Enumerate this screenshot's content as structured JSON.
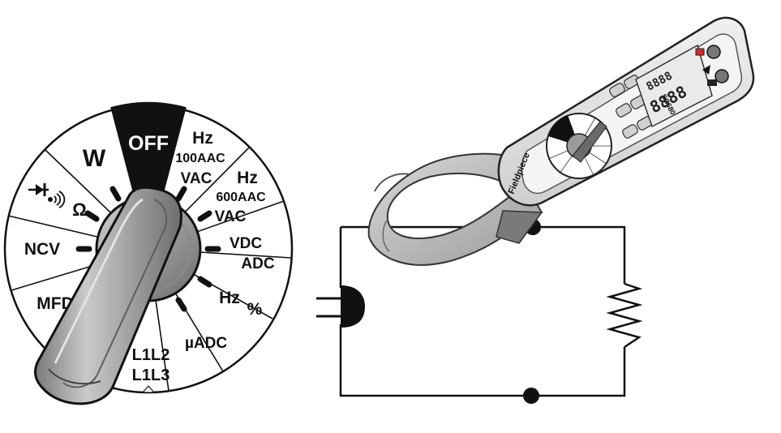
{
  "dial": {
    "labels": [
      {
        "id": "off",
        "text": "OFF"
      },
      {
        "id": "hz1",
        "text": "Hz"
      },
      {
        "id": "a100",
        "text": "100AAC"
      },
      {
        "id": "vac1",
        "text": "VAC"
      },
      {
        "id": "hz2",
        "text": "Hz"
      },
      {
        "id": "a600",
        "text": "600AAC"
      },
      {
        "id": "vac2",
        "text": "VAC"
      },
      {
        "id": "vdc",
        "text": "VDC"
      },
      {
        "id": "adc",
        "text": "ADC"
      },
      {
        "id": "hz3",
        "text": "Hz"
      },
      {
        "id": "pct",
        "text": "%"
      },
      {
        "id": "uadc",
        "text": "µADC"
      },
      {
        "id": "l1l2",
        "text": "L1L2"
      },
      {
        "id": "l1l3",
        "text": "L1L3"
      },
      {
        "id": "mfd",
        "text": "MFD"
      },
      {
        "id": "ncv",
        "text": "NCV"
      },
      {
        "id": "ohm",
        "text": "Ω"
      },
      {
        "id": "w",
        "text": "W"
      }
    ]
  },
  "meter": {
    "brand": "Fieldpiece",
    "model": "SC680",
    "lcd_digits": "8888"
  },
  "colors": {
    "ink": "#111111",
    "knob": "#9a9a9a",
    "knob_dark": "#6f6f6f",
    "knob_light": "#cfcfcf",
    "meter_body": "#e6e6e6",
    "accent_red": "#d42a2a"
  },
  "icons": {
    "diode_continuity": "diode-continuity-icon",
    "plug": "plug-icon",
    "resistor": "resistor-icon",
    "node": "junction-node-icon"
  }
}
